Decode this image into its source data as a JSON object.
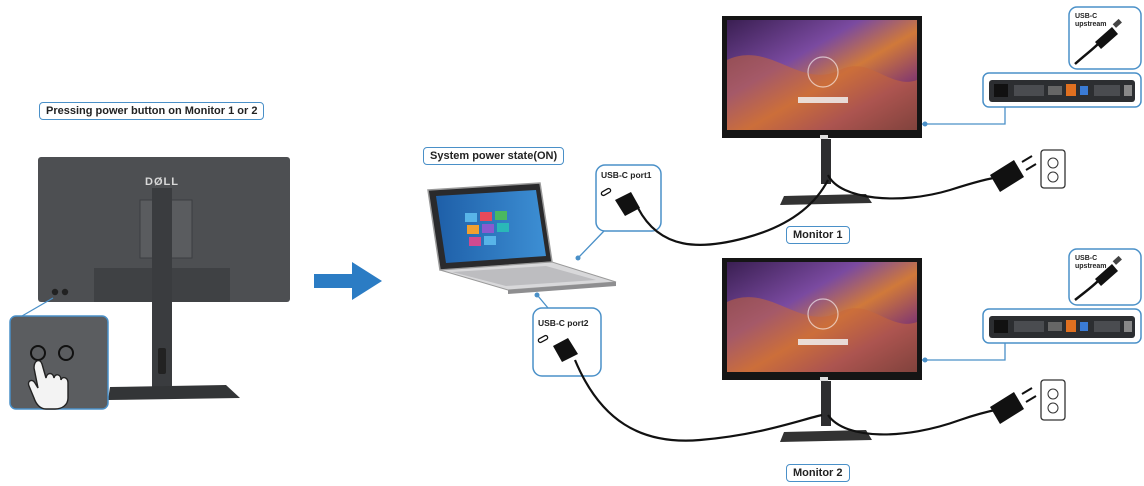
{
  "labels": {
    "press_power": "Pressing power button on Monitor 1 or 2",
    "system_state": "System power state(ON)",
    "monitor1": "Monitor 1",
    "monitor2": "Monitor 2",
    "usbc_port1": "USB-C port1",
    "usbc_port2": "USB-C port2",
    "usbc_upstream_l1": "USB-C",
    "usbc_upstream_l2": "upstream",
    "brand": "DØLL"
  },
  "colors": {
    "accent": "#2b7cc4",
    "callout_border": "#4a90c8",
    "monitor_back": "#4d4f52",
    "cable": "#111111"
  },
  "icons": [
    "arrow-right-icon",
    "hand-press-icon",
    "usb-c-plug-icon",
    "power-plug-icon",
    "wall-outlet-icon",
    "laptop-icon",
    "monitor-icon"
  ]
}
